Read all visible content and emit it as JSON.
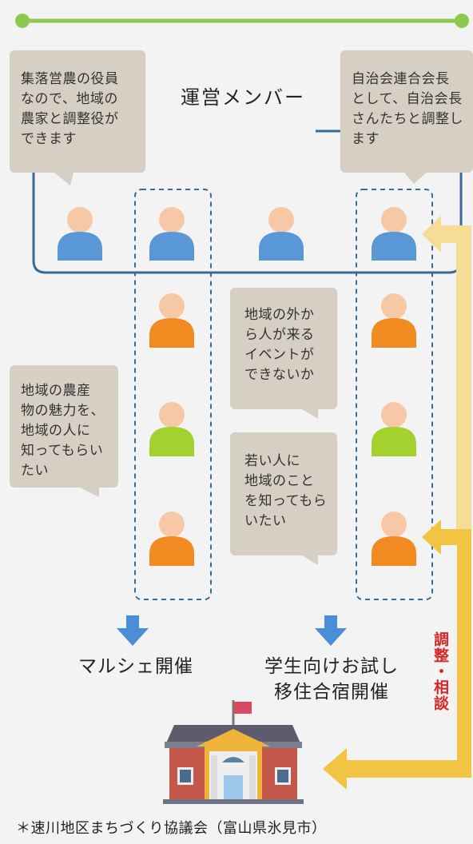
{
  "header": {
    "title": "運営メンバー"
  },
  "bubbles": {
    "top_left": "集落営農の役員\nなので、地域の\n農家と調整役が\nできます",
    "top_right": "自治会連合会長\nとして、自治会長\nさんたちと調整し\nます",
    "middle": "地域の外か\nら人が来る\nイベントが\nできないか",
    "left": "地域の農産\n物の魅力を、\n地域の人に\n知ってもらい\nたい",
    "middle_lower": "若い人に\n地域のこと\nを知ってもら\nいたい"
  },
  "events": {
    "left": "マルシェ開催",
    "right": "学生向けお試し\n移住合宿開催"
  },
  "side_label": "調整・相談",
  "footer": "＊速川地区まちづくり協議会（富山県氷見市）",
  "colors": {
    "green_line": "#8dc94f",
    "bubble": "#d6d0c4",
    "blue_person": "#5a97d6",
    "orange_person": "#f28a22",
    "green_person": "#a3d12e",
    "skin": "#f6c8a5",
    "frame": "#3a6b96",
    "arrow_blue": "#4a8fd6",
    "arrow_yellow": "#f2c443",
    "arrow_yellow_light": "#f6dc94",
    "label_red": "#d62727"
  },
  "icons": [
    "person-icon",
    "down-arrow-icon",
    "school-building-icon",
    "left-arrow-icon"
  ]
}
